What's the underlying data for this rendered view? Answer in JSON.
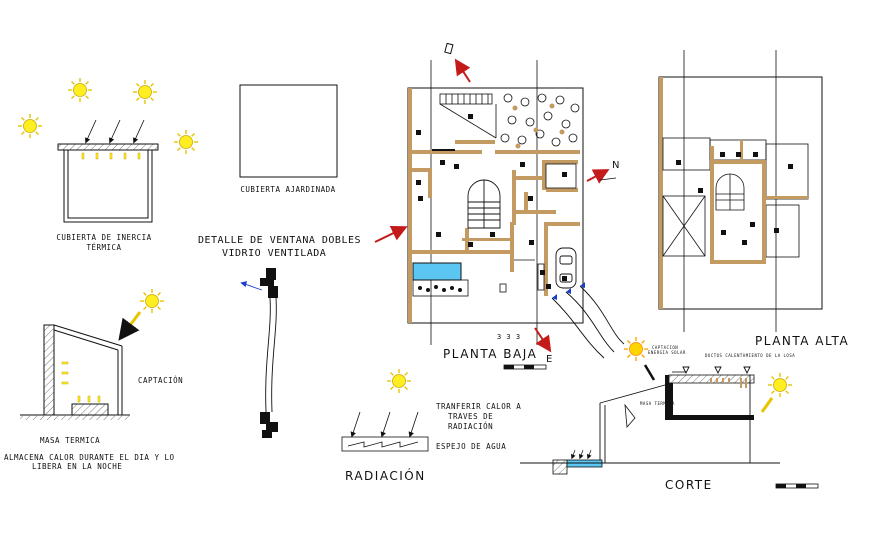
{
  "labels": {
    "cubierta_inercia_1": "CUBIERTA DE INERCIA",
    "cubierta_inercia_2": "TÉRMICA",
    "cubierta_ajardinada": "CUBIERTA AJARDINADA",
    "detalle_ventana_1": "DETALLE DE VENTANA DOBLES",
    "detalle_ventana_2": "VIDRIO VENTILADA",
    "captacion": "CAPTACIÓN",
    "masa_termica": "MASA TERMICA",
    "almacena_1": "ALMACENA CALOR DURANTE EL DIA Y LO",
    "almacena_2": "LIBERA EN LA NOCHE",
    "radiacion": "RADIACIÓN",
    "transferir_1": "TRANFERIR CALOR A",
    "transferir_2": "TRAVES DE",
    "transferir_3": "RADIACIÓN",
    "espejo_agua": "ESPEJO DE AGUA",
    "planta_baja": "PLANTA BAJA",
    "planta_alta": "PLANTA ALTA",
    "corte": "CORTE",
    "north": "N",
    "east": "E",
    "captacion_solar_1": "CAPTACION",
    "captacion_solar_2": "ENERGIA SOLAR",
    "ductos": "DUCTOS CALENTAMIENTO DE LA LOSA",
    "masa_termica_corte": "MASA TERMICA",
    "dim_marks": "3 3 3"
  },
  "colors": {
    "line": "#111111",
    "wall": "#c49a63",
    "sun_fill": "#ffee22",
    "sun_stroke": "#e8c400",
    "sun_orange": "#f08c1c",
    "arrow_red": "#c41a1a",
    "water": "#5bc6f2",
    "hatch": "#888888"
  }
}
